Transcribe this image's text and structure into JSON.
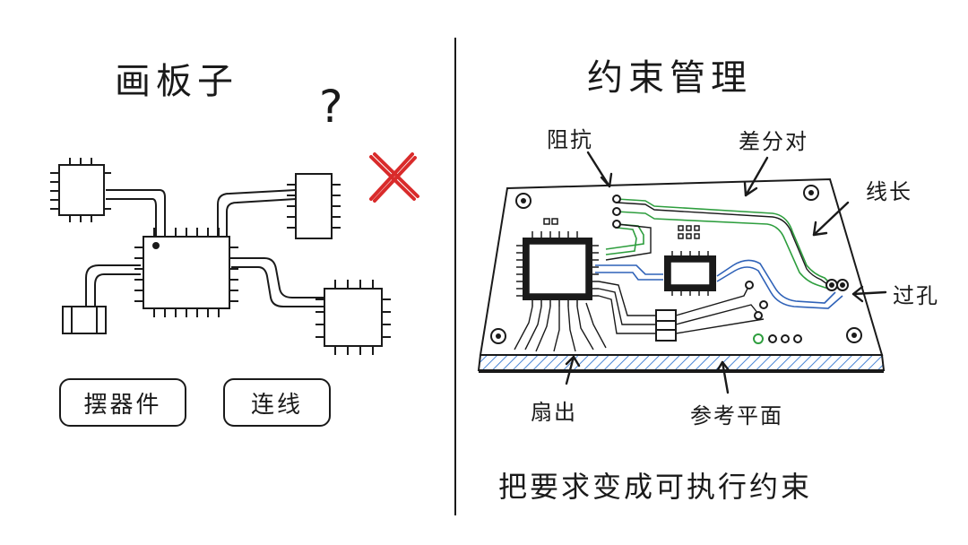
{
  "left": {
    "title": "画板子",
    "question_mark": "?",
    "buttons": {
      "place_components": "摆器件",
      "connect_wires": "连线"
    },
    "x_mark_color": "#d92b2b"
  },
  "right": {
    "title": "约束管理",
    "labels": {
      "impedance": "阻抗",
      "differential_pair": "差分对",
      "trace_length": "线长",
      "via": "过孔",
      "fanout": "扇出",
      "reference_plane": "参考平面"
    },
    "caption": "把要求变成可执行约束",
    "colors": {
      "differential_trace": "#2e9e3e",
      "length_trace": "#2f62b8",
      "reference_plane_hatch": "#4a86d6"
    }
  }
}
